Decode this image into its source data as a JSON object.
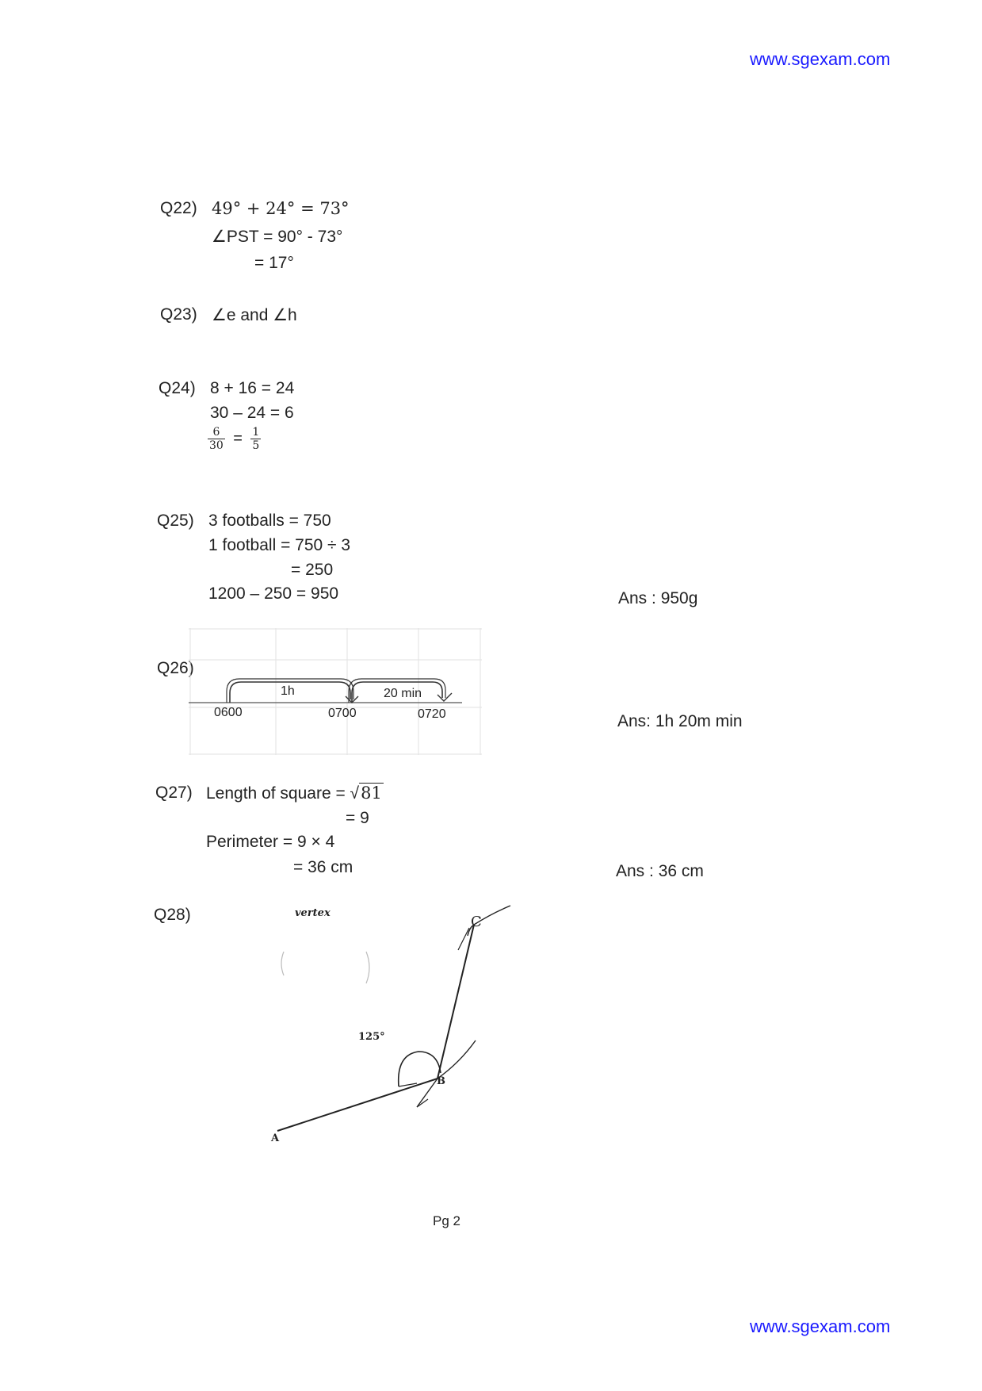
{
  "header_link": "www.sgexam.com",
  "footer_link": "www.sgexam.com",
  "page_number": "Pg 2",
  "q22": {
    "label": "Q22)",
    "line1": "49° + 24° = 73°",
    "line2": "∠PST = 90° - 73°",
    "line3": "= 17°"
  },
  "q23": {
    "label": "Q23)",
    "line1": "∠e and ∠h"
  },
  "q24": {
    "label": "Q24)",
    "line1": "8 + 16 = 24",
    "line2": "30 – 24 = 6",
    "frac1_num": "6",
    "frac1_den": "30",
    "equals": "=",
    "frac2_num": "1",
    "frac2_den": "5"
  },
  "q25": {
    "label": "Q25)",
    "line1": "3 footballs = 750",
    "line2": "1 football = 750 ÷ 3",
    "line3": "= 250",
    "line4": "1200 – 250 = 950",
    "answer": "Ans : 950g"
  },
  "q26": {
    "label": "Q26)",
    "segment1": "1h",
    "segment2": "20 min",
    "tick1": "0600",
    "tick2": "0700",
    "tick3": "0720",
    "answer": "Ans: 1h 20m min"
  },
  "q27": {
    "label": "Q27)",
    "line1_prefix": "Length of square = √",
    "line1_radicand": "81",
    "line2": "= 9",
    "line3": "Perimeter = 9 × 4",
    "line4": "= 36 cm",
    "answer": "Ans : 36 cm"
  },
  "q28": {
    "label": "Q28)",
    "note": "vertex",
    "angle": "125°",
    "point_a": "A",
    "point_b": "B",
    "point_c": "C"
  }
}
